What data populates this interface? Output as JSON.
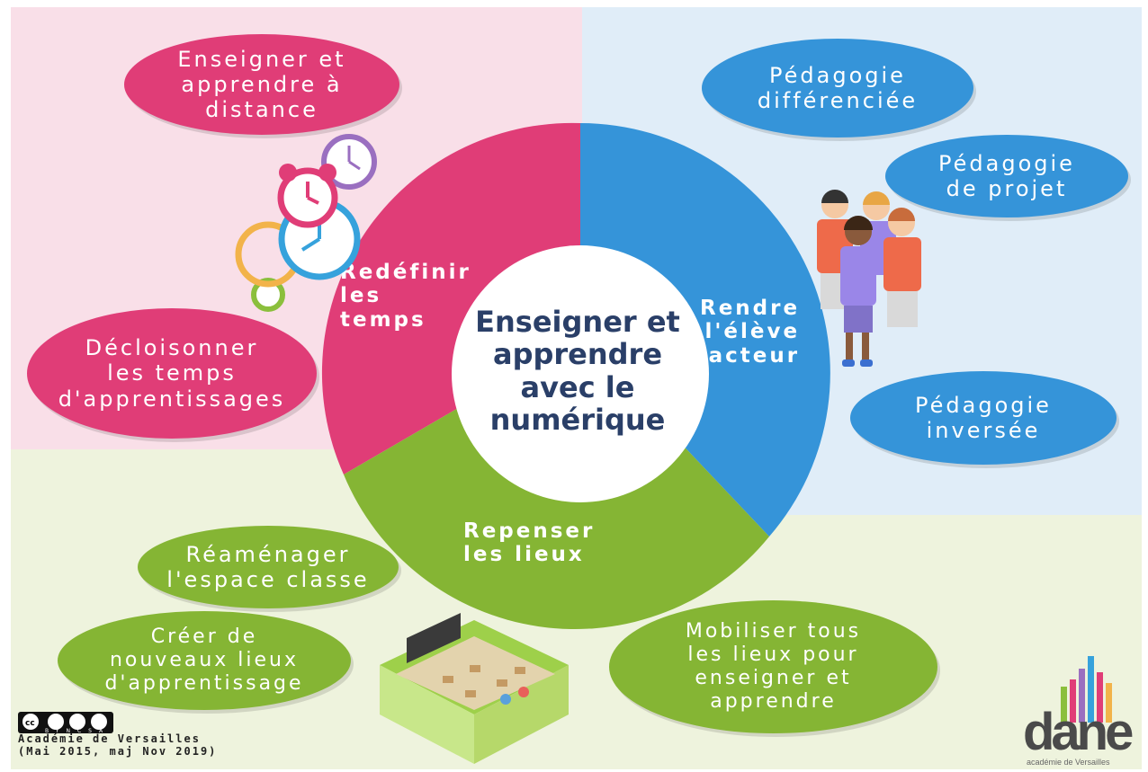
{
  "center": "Enseigner et\napprendre\navec le\nnumérique",
  "segments": {
    "temps": "Redéfinir\nles\ntemps",
    "eleve": "Rendre\nl'élève\nacteur",
    "lieux": "Repenser\nles lieux"
  },
  "bubbles": {
    "distance": "Enseigner et\napprendre à\ndistance",
    "decloisonner": "Décloisonner\nles temps\nd'apprentissages",
    "differenciee": "Pédagogie\ndifférenciée",
    "projet": "Pédagogie\nde projet",
    "inversee": "Pédagogie\ninversée",
    "reamenager": "Réaménager\nl'espace classe",
    "creer": "Créer de\nnouveaux lieux\nd'apprentissage",
    "mobiliser": "Mobiliser tous\nles lieux pour\nenseigner et\napprendre"
  },
  "credits": {
    "line1": "Académie de Versailles",
    "line2": "(Mai 2015, maj Nov 2019)",
    "cc": [
      "BY",
      "NC",
      "SA"
    ]
  },
  "logo": {
    "name": "dane",
    "subtitle": "académie de Versailles"
  },
  "colors": {
    "pink": "#e03d77",
    "blue": "#3594d9",
    "green": "#85b534",
    "navy": "#2a3f68"
  },
  "icons": [
    "alarm-clocks-icon",
    "children-group-icon",
    "classroom-illustration-icon",
    "creative-commons-icon"
  ]
}
